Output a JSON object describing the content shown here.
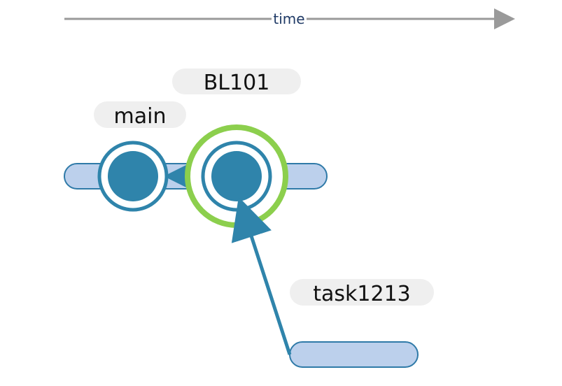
{
  "timeline": {
    "label": "time"
  },
  "labels": {
    "tag": "BL101",
    "main_branch": "main",
    "task_branch": "task1213"
  },
  "colors": {
    "commit_fill": "#2f84ab",
    "commit_ring": "#2f84ab",
    "branch_bar_fill": "#bcd0ec",
    "branch_bar_stroke": "#2f7aa8",
    "highlight_ring": "#8ccf4d",
    "label_pill": "#efefef",
    "timeline_arrow": "#9a9a9a",
    "arrow": "#2f84ab"
  }
}
